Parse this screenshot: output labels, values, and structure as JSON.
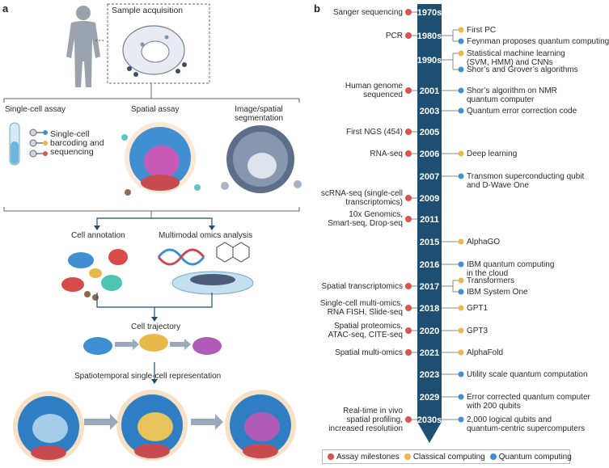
{
  "panels": {
    "a": "a",
    "b": "b"
  },
  "panel_a": {
    "sample_acquisition": "Sample acquisition",
    "single_cell_assay": "Single-cell assay",
    "spatial_assay": "Spatial assay",
    "segmentation": [
      "Image/spatial",
      "segmentation"
    ],
    "barcoding": [
      "Single-cell",
      "barcoding and",
      "sequencing"
    ],
    "cell_annotation": "Cell annotation",
    "multimodal": "Multimodal omics analysis",
    "cell_trajectory": "Cell trajectory",
    "representation": "Spatiotemporal single-cell representation"
  },
  "colors": {
    "assay": "#d9534f",
    "classical": "#e8b84a",
    "quantum": "#3f8fd2",
    "timeline": "#1e4f73"
  },
  "timeline": [
    {
      "year": "1970s",
      "left": [
        "Sanger sequencing"
      ],
      "left_type": "assay",
      "right": []
    },
    {
      "year": "1980s",
      "left": [
        "PCR"
      ],
      "left_type": "assay",
      "right": [
        {
          "text": [
            "First PC"
          ],
          "type": "classical"
        },
        {
          "text": [
            "Feynman proposes quantum computing"
          ],
          "type": "quantum"
        }
      ]
    },
    {
      "year": "1990s",
      "left": [],
      "right": [
        {
          "text": [
            "Statistical machine learning",
            "(SVM, HMM) and CNNs"
          ],
          "type": "classical"
        },
        {
          "text": [
            "Shor’s and Grover’s algorithms"
          ],
          "type": "quantum"
        }
      ]
    },
    {
      "year": "2001",
      "left": [
        "Human genome",
        "sequenced"
      ],
      "left_type": "assay",
      "right": [
        {
          "text": [
            "Shor’s algorithm on NMR",
            "quantum computer"
          ],
          "type": "quantum"
        }
      ]
    },
    {
      "year": "2003",
      "left": [],
      "right": [
        {
          "text": [
            "Quantum error correction code"
          ],
          "type": "quantum"
        }
      ]
    },
    {
      "year": "2005",
      "left": [
        "First NGS (454)"
      ],
      "left_type": "assay",
      "right": []
    },
    {
      "year": "2006",
      "left": [
        "RNA-seq"
      ],
      "left_type": "assay",
      "right": [
        {
          "text": [
            "Deep learning"
          ],
          "type": "classical"
        }
      ]
    },
    {
      "year": "2007",
      "left": [],
      "right": [
        {
          "text": [
            "Transmon superconducting qubit",
            "and  D-Wave One"
          ],
          "type": "quantum"
        }
      ]
    },
    {
      "year": "2009",
      "left": [
        "scRNA-seq (single-cell",
        "transcriptomics)"
      ],
      "left_type": "assay",
      "right": []
    },
    {
      "year": "2011",
      "left": [
        "10x Genomics,",
        "Smart-seq, Drop-seq"
      ],
      "left_type": "assay",
      "right": []
    },
    {
      "year": "2015",
      "left": [],
      "right": [
        {
          "text": [
            "AlphaGO"
          ],
          "type": "classical"
        }
      ]
    },
    {
      "year": "2016",
      "left": [],
      "right": [
        {
          "text": [
            "IBM quantum computing",
            "in the cloud"
          ],
          "type": "quantum"
        }
      ]
    },
    {
      "year": "2017",
      "left": [
        "Spatial transcriptomics"
      ],
      "left_type": "assay",
      "right": [
        {
          "text": [
            "Transformers"
          ],
          "type": "classical"
        },
        {
          "text": [
            "IBM System One"
          ],
          "type": "quantum"
        }
      ]
    },
    {
      "year": "2018",
      "left": [
        "Single-cell multi-omics,",
        "RNA FISH, Slide-seq"
      ],
      "left_type": "assay",
      "right": [
        {
          "text": [
            "GPT1"
          ],
          "type": "classical"
        }
      ]
    },
    {
      "year": "2020",
      "left": [
        "Spatial proteomics,",
        "ATAC-seq, CITE-seq"
      ],
      "left_type": "assay",
      "right": [
        {
          "text": [
            "GPT3"
          ],
          "type": "classical"
        }
      ]
    },
    {
      "year": "2021",
      "left": [
        "Spatial multi-omics"
      ],
      "left_type": "assay",
      "right": [
        {
          "text": [
            "AlphaFold"
          ],
          "type": "classical"
        }
      ]
    },
    {
      "year": "2023",
      "left": [],
      "right": [
        {
          "text": [
            "Utility scale quantum computation"
          ],
          "type": "quantum"
        }
      ]
    },
    {
      "year": "2029",
      "left": [],
      "right": [
        {
          "text": [
            "Error corrected quantum computer",
            "with 200 qubits"
          ],
          "type": "quantum"
        }
      ]
    },
    {
      "year": "2030s",
      "left": [
        "Real-time in vivo",
        "spatial profiling,",
        "increased resolutiion"
      ],
      "left_type": "assay",
      "right": [
        {
          "text": [
            "2,000 logical qubits and",
            "quantum-centric supercomputers"
          ],
          "type": "quantum"
        }
      ]
    }
  ],
  "legend": [
    {
      "label": "Assay milestones",
      "type": "assay"
    },
    {
      "label": "Classical computing",
      "type": "classical"
    },
    {
      "label": "Quantum computing",
      "type": "quantum"
    }
  ]
}
